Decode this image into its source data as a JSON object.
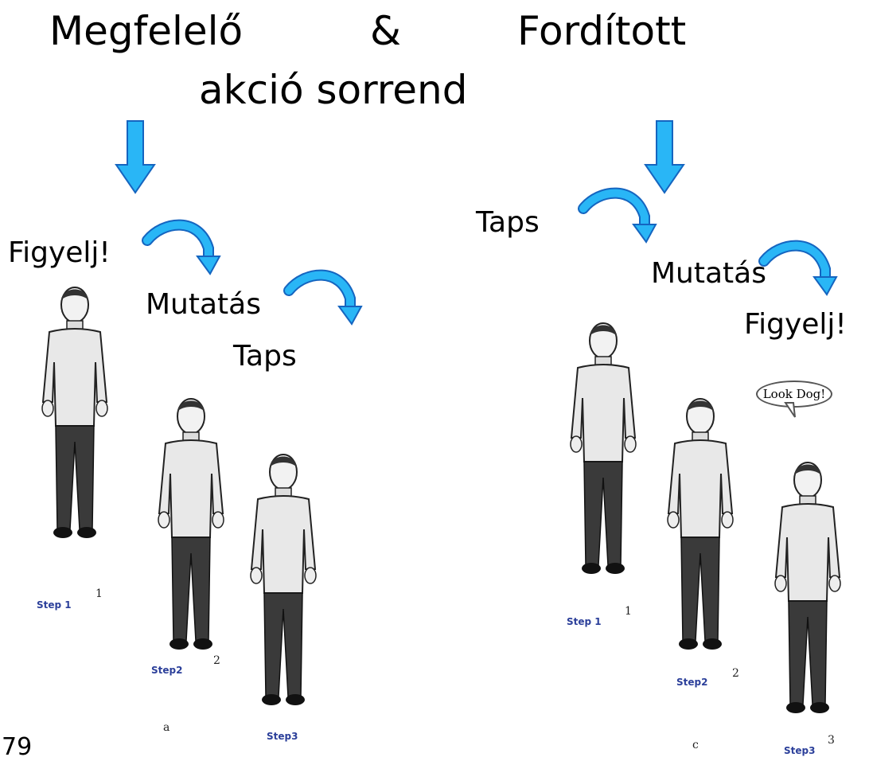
{
  "title": {
    "word1": "Megfelelő",
    "ampersand": "&",
    "word2": "Fordított",
    "line2": "akció sorrend"
  },
  "left_sequence": {
    "captions": [
      "Figyelj!",
      "Mutatás",
      "Taps"
    ],
    "steps": [
      {
        "label": "Step 1",
        "number": "1"
      },
      {
        "label": "Step2",
        "number": "2"
      },
      {
        "label": "Step3",
        "number": ""
      }
    ],
    "panel_letter": "a"
  },
  "right_sequence": {
    "captions": [
      "Taps",
      "Mutatás",
      "Figyelj!"
    ],
    "steps": [
      {
        "label": "Step 1",
        "number": "1"
      },
      {
        "label": "Step2",
        "number": "2"
      },
      {
        "label": "Step3",
        "number": "3"
      }
    ],
    "panel_letter": "c",
    "speech_bubble": "Look Dog!"
  },
  "page_number": "79",
  "colors": {
    "arrow_fill": "#29b6f6",
    "arrow_stroke": "#1565c0",
    "curved_arrow": "#29b6f6",
    "step_label": "#2b3f9a",
    "pants": "#3a3a3a",
    "sweater": "#e8e8e8"
  }
}
